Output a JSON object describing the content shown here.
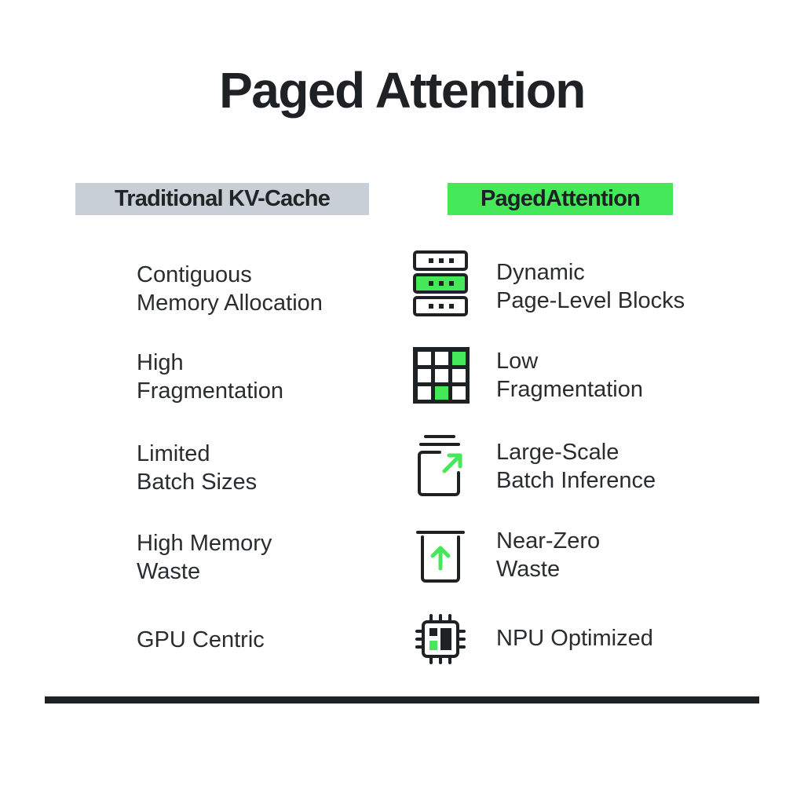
{
  "title": "Paged Attention",
  "headers": {
    "traditional": "Traditional KV-Cache",
    "paged": "PagedAttention"
  },
  "colors": {
    "accent": "#45e858",
    "neutral": "#c9cfd6",
    "ink": "#222526"
  },
  "traditional_items": [
    {
      "line1": "Contiguous",
      "line2": "Memory Allocation"
    },
    {
      "line1": "High",
      "line2": "Fragmentation"
    },
    {
      "line1": "Limited",
      "line2": "Batch Sizes"
    },
    {
      "line1": "High Memory",
      "line2": "Waste"
    },
    {
      "line1": "GPU Centric",
      "line2": ""
    }
  ],
  "paged_items": [
    {
      "icon": "memory-blocks-icon",
      "line1": "Dynamic",
      "line2": "Page-Level Blocks"
    },
    {
      "icon": "grid-icon",
      "line1": "Low",
      "line2": "Fragmentation"
    },
    {
      "icon": "stack-scale-icon",
      "line1": "Large-Scale",
      "line2": "Batch Inference"
    },
    {
      "icon": "bin-upload-icon",
      "line1": "Near-Zero",
      "line2": "Waste"
    },
    {
      "icon": "chip-icon",
      "line1": "NPU Optimized",
      "line2": ""
    }
  ]
}
